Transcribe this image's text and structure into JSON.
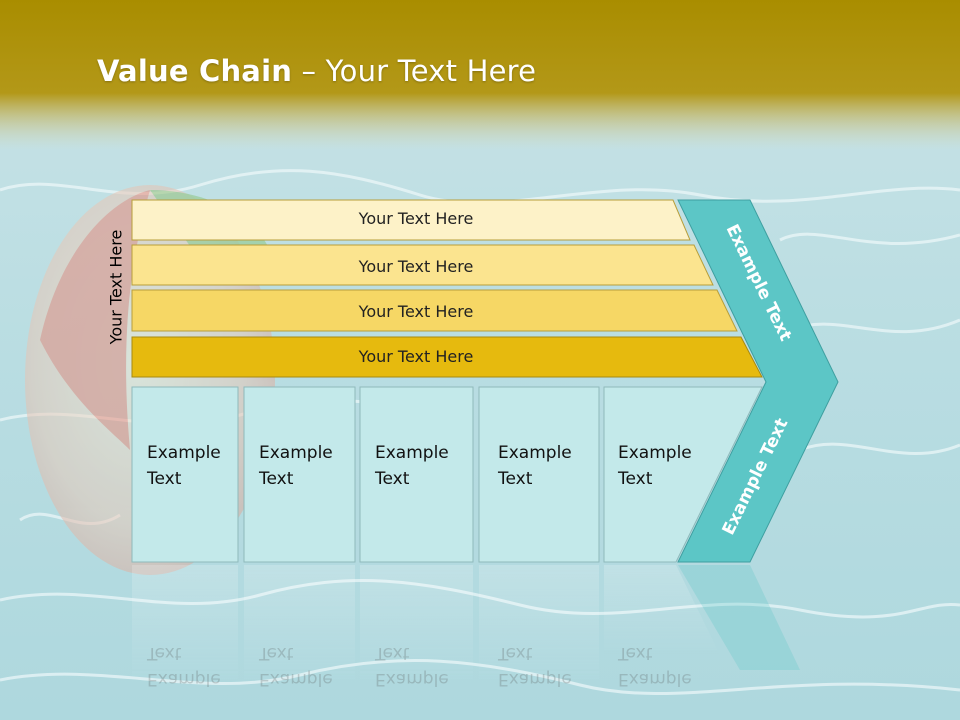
{
  "slide": {
    "title_bold": "Value Chain",
    "title_rest": " – Your Text Here",
    "side_label": "Your Text Here"
  },
  "bars": [
    {
      "label": "Your Text Here",
      "color": "#fdf2c8"
    },
    {
      "label": "Your Text Here",
      "color": "#fbe48f"
    },
    {
      "label": "Your Text Here",
      "color": "#f6d765"
    },
    {
      "label": "Your Text Here",
      "color": "#e6ba0e"
    }
  ],
  "boxes": [
    {
      "line1": "Example",
      "line2": "Text"
    },
    {
      "line1": "Example",
      "line2": "Text"
    },
    {
      "line1": "Example",
      "line2": "Text"
    },
    {
      "line1": "Example",
      "line2": "Text"
    },
    {
      "line1": "Example",
      "line2": "Text"
    }
  ],
  "chevron": {
    "upper_label": "Example Text",
    "lower_label": "Example Text",
    "color": "#5cc6c6"
  },
  "colors": {
    "header": "#a98d00",
    "box_fill": "#c3e9ea",
    "water": "#b8dde3"
  }
}
